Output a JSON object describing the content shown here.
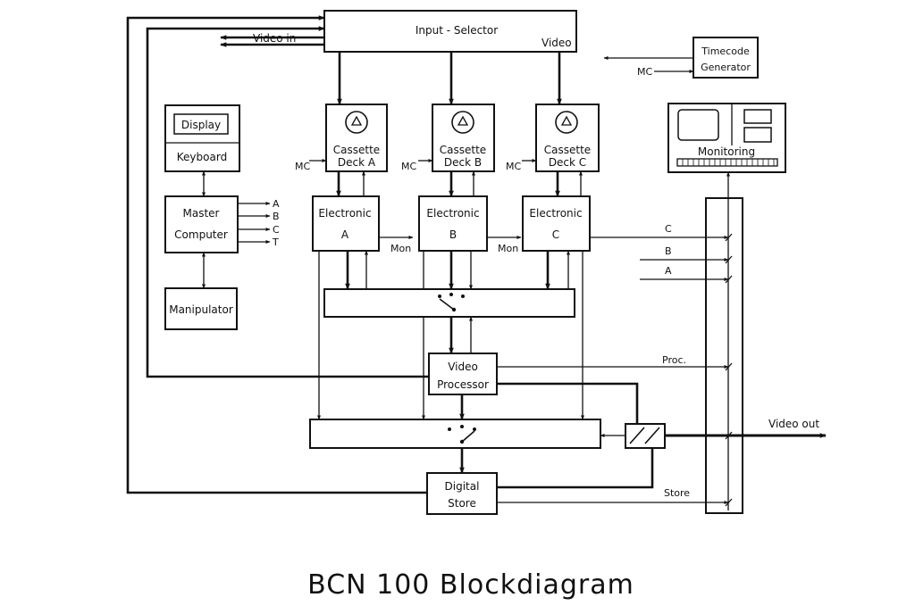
{
  "title": "BCN 100  Blockdiagram",
  "blocks": {
    "input_selector": "Input - Selector",
    "timecode_generator": [
      "Timecode",
      "Generator"
    ],
    "display": "Display",
    "keyboard": "Keyboard",
    "master_computer": [
      "Master",
      "Computer"
    ],
    "manipulator": "Manipulator",
    "cassette_deck_a": [
      "Cassette",
      "Deck  A"
    ],
    "cassette_deck_b": [
      "Cassette",
      "Deck  B"
    ],
    "cassette_deck_c": [
      "Cassette",
      "Deck  C"
    ],
    "electronic_a": [
      "Electronic",
      "A"
    ],
    "electronic_b": [
      "Electronic",
      "B"
    ],
    "electronic_c": [
      "Electronic",
      "C"
    ],
    "monitoring": "Monitoring",
    "video_processor": [
      "Video",
      "Processor"
    ],
    "digital_store": [
      "Digital",
      "Store"
    ]
  },
  "labels": {
    "video_in": "Video in",
    "video": "Video",
    "mc": "MC",
    "mon": "Mon",
    "computer_outputs": [
      "A",
      "B",
      "C",
      "T"
    ],
    "monitor_inputs": [
      "C",
      "B",
      "A"
    ],
    "proc": "Proc.",
    "video_out": "Video out",
    "store": "Store"
  }
}
